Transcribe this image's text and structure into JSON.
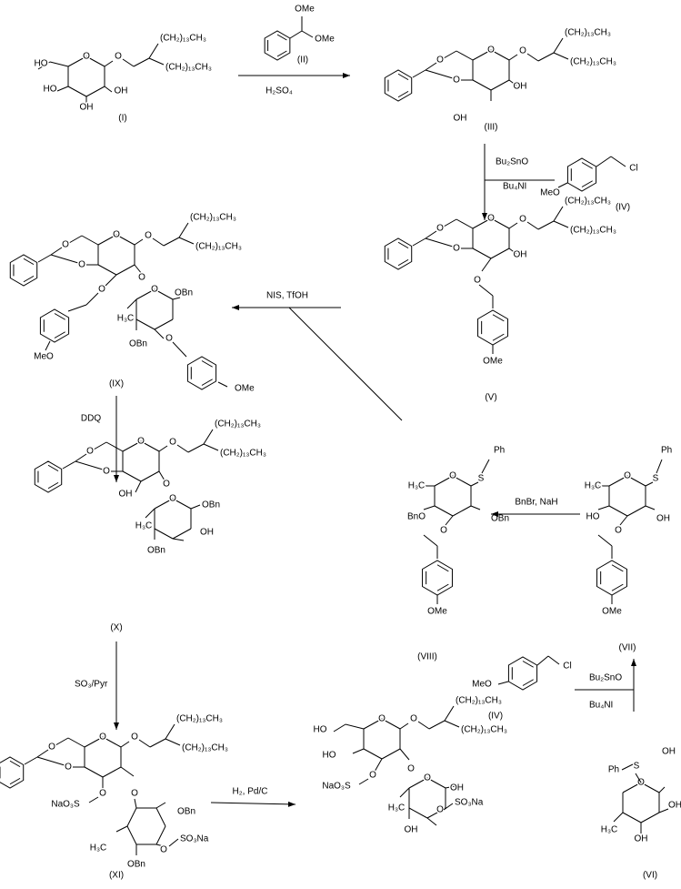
{
  "compounds": {
    "I": "(I)",
    "II": "(II)",
    "III": "(III)",
    "IV": "(IV)",
    "IV_b": "(IV)",
    "V": "(V)",
    "VI": "(VI)",
    "VII": "(VII)",
    "VIII": "(VIII)",
    "IX": "(IX)",
    "X": "(X)",
    "XI": "(XI)"
  },
  "reagents": {
    "h2so4": "H₂SO₄",
    "bu2sno_1": "Bu₂SnO",
    "bu4ni_1": "Bu₄NI",
    "bu2sno_2": "Bu₂SnO",
    "bu4ni_2": "Bu₄NI",
    "nis_tfoh": "NIS, TfOH",
    "bnbr_nah": "BnBr, NaH",
    "ddq": "DDQ",
    "so3_pyr": "SO₃/Pyr",
    "h2_pdc": "H₂, Pd/C"
  },
  "groups": {
    "chain": "(CH₂)₁₃CH₃",
    "o": "O",
    "oh": "OH",
    "ho": "HO",
    "obn": "OBn",
    "bno": "BnO",
    "ome": "OMe",
    "meo": "MeO",
    "cl": "Cl",
    "ph": "Ph",
    "s": "S",
    "h3c": "H₃C",
    "nao3s": "NaO₃S",
    "so3na": "SO₃Na"
  }
}
